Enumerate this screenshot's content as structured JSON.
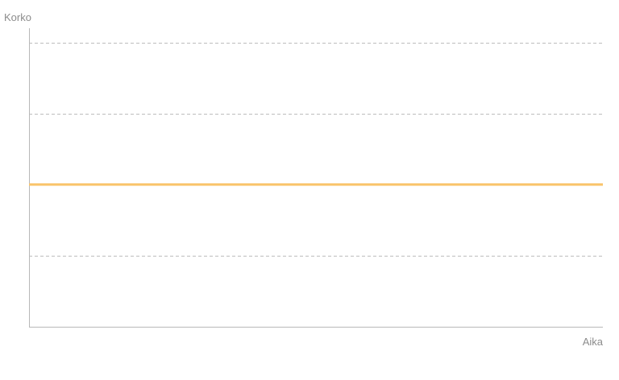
{
  "chart_data": {
    "type": "line",
    "xlabel": "Aika",
    "ylabel": "Korko",
    "grid": true,
    "legend": "none",
    "y_gridlines": 4,
    "series": [
      {
        "values": [
          1,
          1
        ],
        "color": "#F9C46B"
      }
    ],
    "ylim": [
      0,
      2.1
    ],
    "xlim": [
      0,
      1
    ],
    "colors": {
      "axis": "#b8b8b8",
      "grid": "#bdbdbd",
      "label": "#8c8c8c"
    }
  }
}
